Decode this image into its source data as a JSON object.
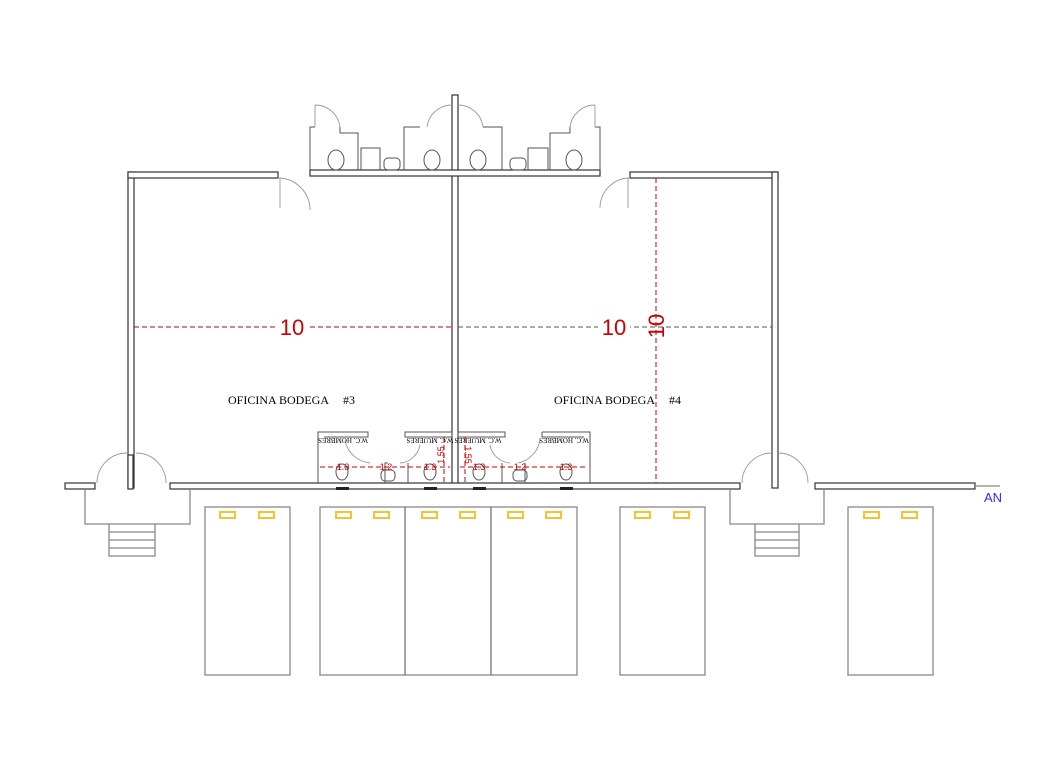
{
  "plan": {
    "dimensions": {
      "left_width": "10",
      "right_width": "10",
      "right_depth": "10",
      "stall_a": "1.3",
      "stall_b": "1.2",
      "stall_c": "1.3",
      "wc_depth_left": "1.55",
      "wc_depth_right": "1.55"
    },
    "rooms": [
      {
        "label": "OFICINA BODEGA",
        "number": "#3"
      },
      {
        "label": "OFICINA BODEGA",
        "number": "#4"
      }
    ],
    "restrooms": {
      "men": "W.C. HOMBRES",
      "women": "W.C. MUJERES"
    },
    "marker": "AN"
  },
  "colors": {
    "dimension": "#cc0000",
    "light": "#f5c232",
    "marker": "#3a1fff"
  }
}
